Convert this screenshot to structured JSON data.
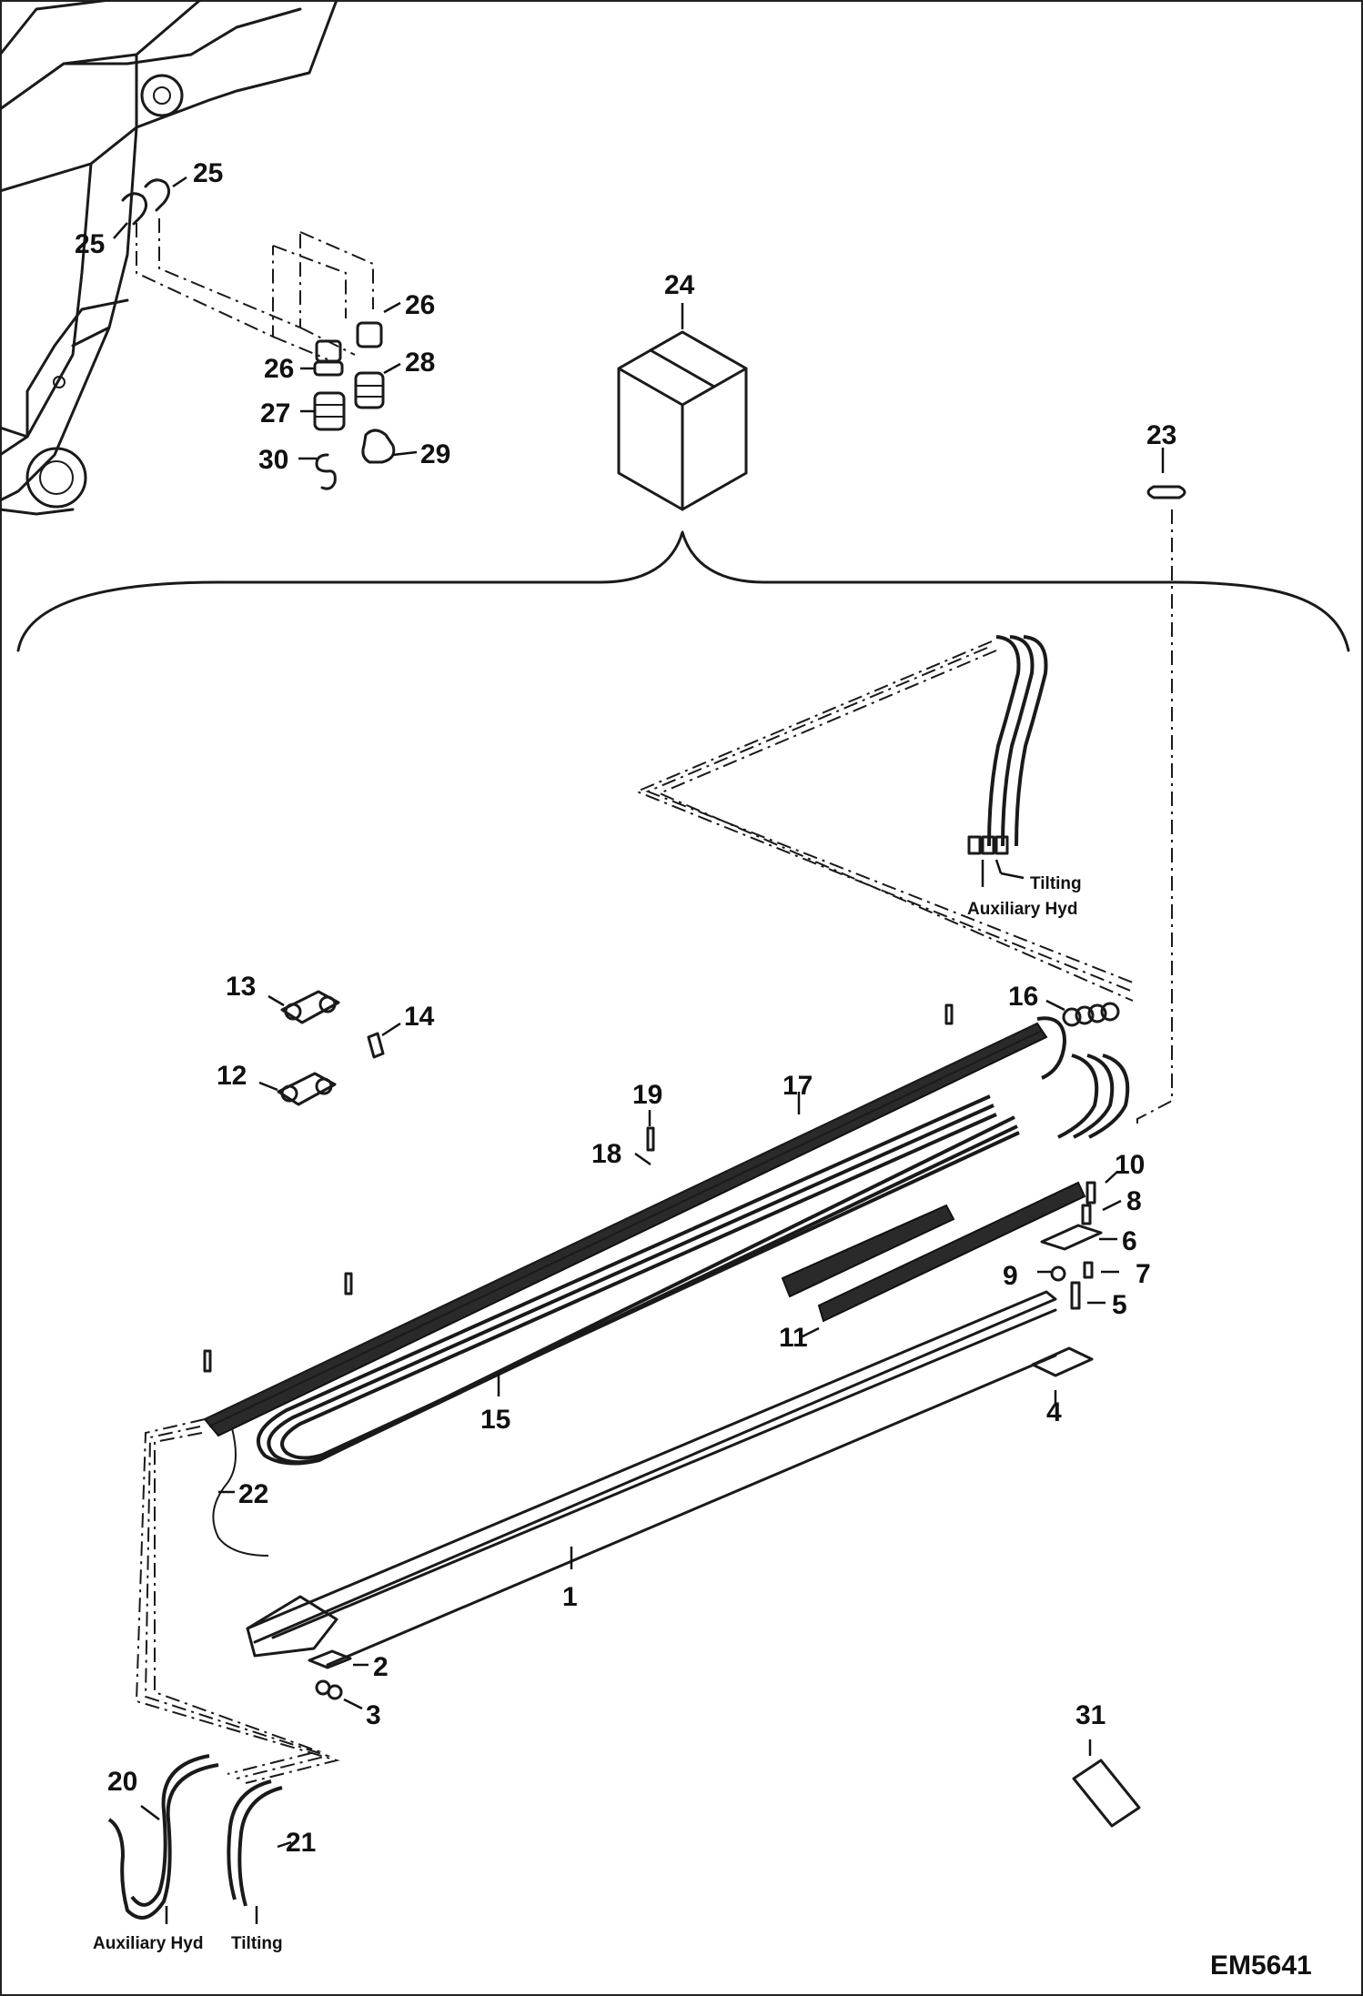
{
  "figure_id": "EM5641",
  "callouts": {
    "c1": "1",
    "c2": "2",
    "c3": "3",
    "c4": "4",
    "c5": "5",
    "c6": "6",
    "c7": "7",
    "c8": "8",
    "c9": "9",
    "c10": "10",
    "c11": "11",
    "c12": "12",
    "c13": "13",
    "c14": "14",
    "c15": "15",
    "c16": "16",
    "c17": "17",
    "c18": "18",
    "c19": "19",
    "c20": "20",
    "c21": "21",
    "c22": "22",
    "c23": "23",
    "c24": "24",
    "c25a": "25",
    "c25b": "25",
    "c26a": "26",
    "c26b": "26",
    "c27": "27",
    "c28": "28",
    "c29": "29",
    "c30": "30",
    "c31": "31"
  },
  "notes": {
    "upper_tilting": "Tilting",
    "upper_aux": "Auxiliary Hyd",
    "lower_aux": "Auxiliary Hyd",
    "lower_tilting": "Tilting"
  }
}
